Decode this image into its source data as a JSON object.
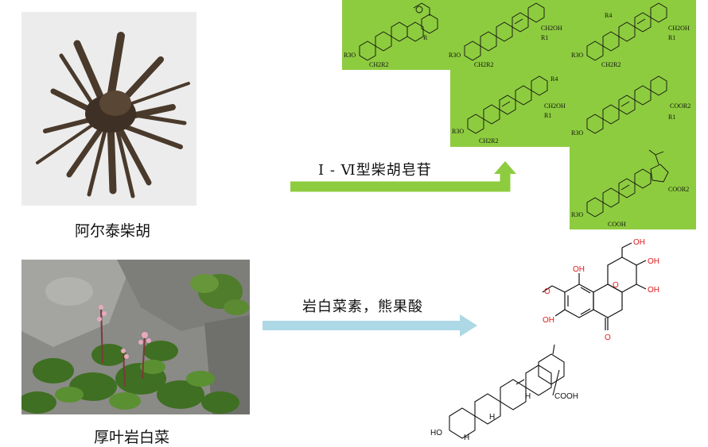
{
  "top": {
    "photo_caption": "阿尔泰柴胡",
    "arrow_label": "I - Ⅵ型柴胡皂苷",
    "arrow_color": "#8dcc3f",
    "panel_color": "#8dcc3f",
    "structures": [
      {
        "labels": [
          "R",
          "R3O",
          "CH2R2"
        ]
      },
      {
        "labels": [
          "CH2OH",
          "R1",
          "R3O",
          "CH2R2"
        ]
      },
      {
        "labels": [
          "R4",
          "CH2OH",
          "R1",
          "R3O",
          "CH2R2"
        ]
      },
      {
        "labels": [
          "R4",
          "CH2OH",
          "R1",
          "R3O",
          "CH2R2"
        ]
      },
      {
        "labels": [
          "COOR2",
          "R1",
          "R3O"
        ]
      },
      {
        "labels": [
          "COOR2",
          "R3O",
          "COOH"
        ]
      }
    ]
  },
  "bottom": {
    "photo_caption": "厚叶岩白菜",
    "arrow_label": "岩白菜素，熊果酸",
    "arrow_color": "#add8e6",
    "bergenin_labels": [
      "OH",
      "OH",
      "OH",
      "OH",
      "OH",
      "O",
      "O",
      "O"
    ],
    "ursolic_labels": [
      "COOH",
      "HO",
      "H",
      "H",
      "H"
    ]
  }
}
